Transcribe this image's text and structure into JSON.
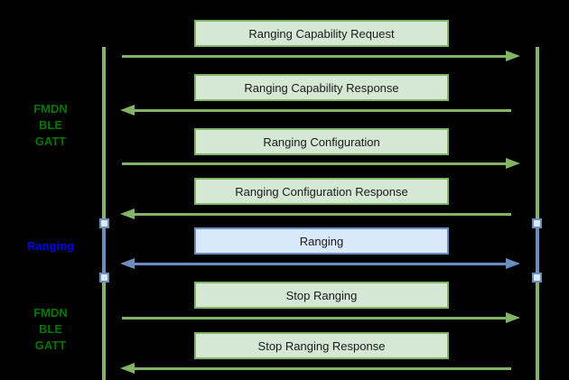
{
  "diagram": {
    "type": "sequence-diagram",
    "background": "#000000",
    "phases": [
      {
        "label_lines": [
          "FMDN",
          "BLE",
          "GATT"
        ],
        "color": "#007700"
      },
      {
        "label_lines": [
          "Ranging"
        ],
        "color": "#0000ee"
      },
      {
        "label_lines": [
          "FMDN",
          "BLE",
          "GATT"
        ],
        "color": "#007700"
      }
    ],
    "messages": [
      {
        "label": "Ranging Capability Request",
        "direction": "right",
        "color_theme": "green"
      },
      {
        "label": "Ranging Capability Response",
        "direction": "left",
        "color_theme": "green"
      },
      {
        "label": "Ranging Configuration",
        "direction": "right",
        "color_theme": "green"
      },
      {
        "label": "Ranging Configuration Response",
        "direction": "left",
        "color_theme": "green"
      },
      {
        "label": "Ranging",
        "direction": "both",
        "color_theme": "blue"
      },
      {
        "label": "Stop Ranging",
        "direction": "right",
        "color_theme": "green"
      },
      {
        "label": "Stop Ranging Response",
        "direction": "left",
        "color_theme": "green"
      }
    ],
    "colors": {
      "background": "#000000",
      "gatt_stroke": "#82b366",
      "gatt_fill": "#d5e8d4",
      "ranging_stroke": "#6c8ebf",
      "ranging_fill": "#dae8fc",
      "label_green": "#007700",
      "label_blue": "#0000ee",
      "box_text": "#1a1a1a"
    }
  }
}
